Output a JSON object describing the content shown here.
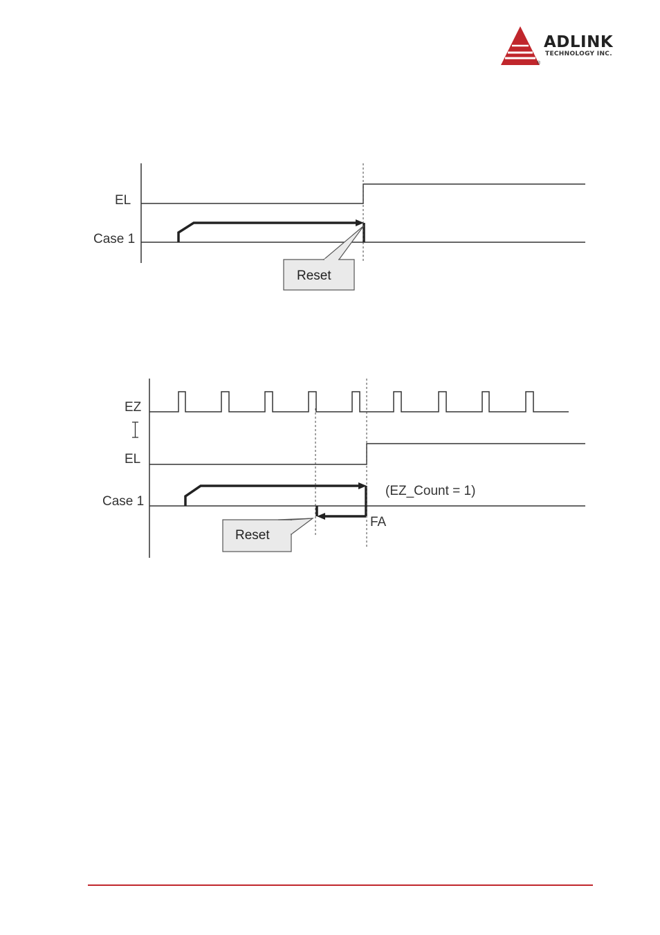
{
  "header": {
    "brand_name": "ADLINK",
    "brand_sub": "TECHNOLOGY INC.",
    "brand_reg": "®",
    "accent_color": "#c0262c"
  },
  "diagram1": {
    "signal_el": "EL",
    "signal_case": "Case 1",
    "callout": "Reset"
  },
  "diagram2": {
    "signal_ez": "EZ",
    "signal_el": "EL",
    "signal_case": "Case 1",
    "callout": "Reset",
    "annotation": "(EZ_Count = 1)",
    "marker": "FA"
  }
}
